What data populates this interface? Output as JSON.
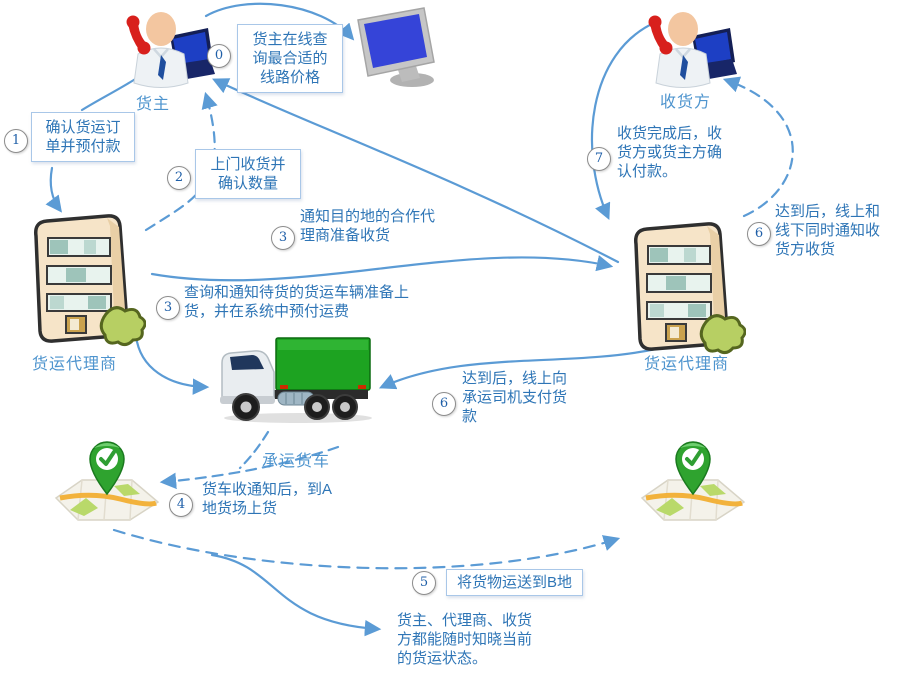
{
  "colors": {
    "arrow": "#5B9BD5",
    "callout_text": "#2E75B6",
    "actor_label": "#4E94CE",
    "box_border": "#A9C7E8",
    "truck_green": "#1DA321",
    "pin_green": "#2FA32F",
    "monitor_blue": "#3544D8"
  },
  "actors": {
    "owner": {
      "label": "货主"
    },
    "receiver": {
      "label": "收货方"
    },
    "agent_left": {
      "label": "货运代理商"
    },
    "agent_right": {
      "label": "货运代理商"
    },
    "truck": {
      "label": "承运货车"
    }
  },
  "icons": {
    "owner": "person-with-phone-and-laptop-icon",
    "receiver": "person-with-phone-and-laptop-icon",
    "computer": "monitor-icon",
    "agent_left": "building-icon",
    "agent_right": "building-icon",
    "truck": "green-truck-icon",
    "map_a": "map-pin-check-icon",
    "map_b": "map-pin-check-icon"
  },
  "steps": {
    "s0": {
      "num": "0",
      "text": "货主在线查\n询最合适的\n线路价格"
    },
    "s1": {
      "num": "1",
      "text": "确认货运订\n单并预付款"
    },
    "s2": {
      "num": "2",
      "text": "上门收货并\n确认数量"
    },
    "s3a": {
      "num": "3",
      "text": "通知目的地的合作代\n理商准备收货"
    },
    "s3b": {
      "num": "3",
      "text": "查询和通知待货的货运车辆准备上\n货，并在系统中预付运费"
    },
    "s4": {
      "num": "4",
      "text": "货车收通知后，到A\n地货场上货"
    },
    "s5": {
      "num": "5",
      "text": "将货物运送到B地"
    },
    "s6a": {
      "num": "6",
      "text": "达到后，线上向\n承运司机支付货\n款"
    },
    "s6b": {
      "num": "6",
      "text": "达到后，线上和\n线下同时通知收\n货方收货"
    },
    "s7": {
      "num": "7",
      "text": "收货完成后，收\n货方或货主方确\n认付款。"
    },
    "note": {
      "text": "货主、代理商、收货\n方都能随时知晓当前\n的货运状态。"
    }
  }
}
